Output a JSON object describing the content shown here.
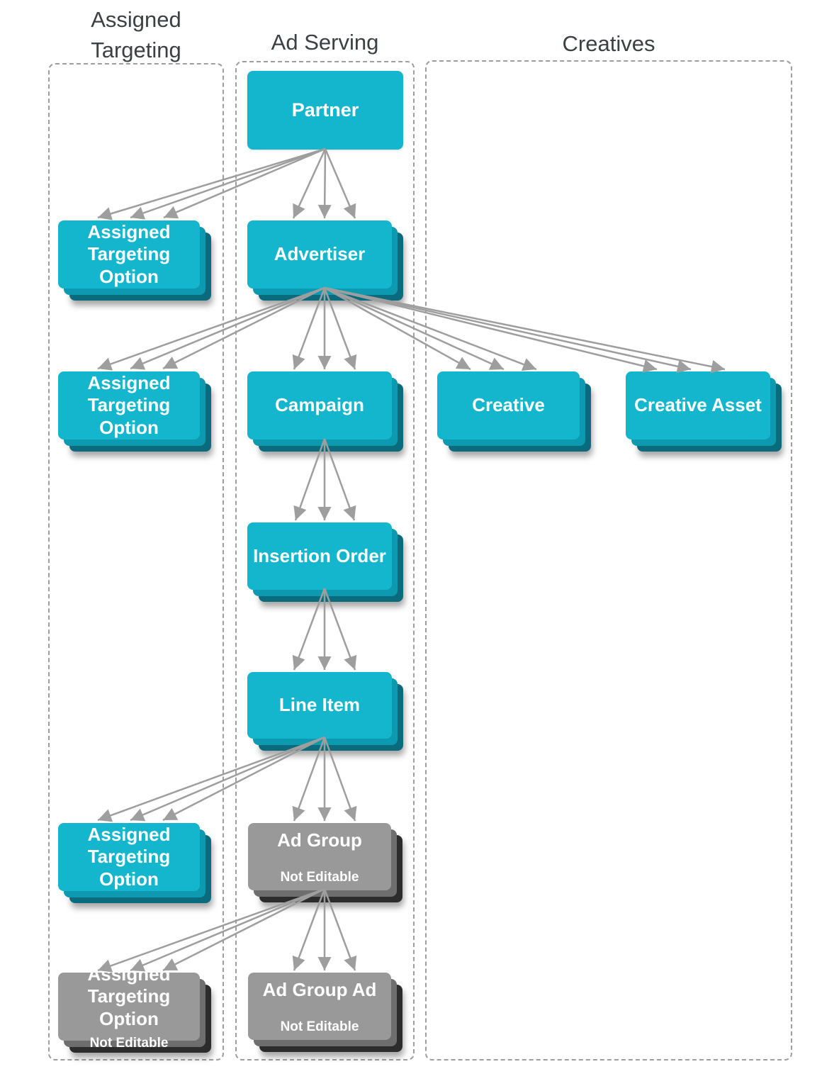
{
  "headers": {
    "assigned_targeting": "Assigned\nTargeting",
    "ad_serving": "Ad Serving",
    "creatives": "Creatives"
  },
  "nodes": {
    "partner": {
      "label": "Partner"
    },
    "advertiser": {
      "label": "Advertiser"
    },
    "ato_partner": {
      "label": "Assigned\nTargeting\nOption"
    },
    "campaign": {
      "label": "Campaign"
    },
    "ato_advertiser": {
      "label": "Assigned\nTargeting\nOption"
    },
    "creative": {
      "label": "Creative"
    },
    "creative_asset": {
      "label": "Creative Asset"
    },
    "insertion_order": {
      "label": "Insertion Order"
    },
    "line_item": {
      "label": "Line Item"
    },
    "ato_line_item": {
      "label": "Assigned\nTargeting\nOption"
    },
    "ad_group": {
      "label": "Ad Group",
      "sublabel": "Not Editable"
    },
    "ato_ad_group": {
      "label": "Assigned\nTargeting Option",
      "sublabel": "Not Editable"
    },
    "ad_group_ad": {
      "label": "Ad Group Ad",
      "sublabel": "Not Editable"
    }
  },
  "edges": [
    {
      "from": "partner",
      "to": "ato_partner"
    },
    {
      "from": "partner",
      "to": "advertiser"
    },
    {
      "from": "advertiser",
      "to": "ato_advertiser"
    },
    {
      "from": "advertiser",
      "to": "campaign"
    },
    {
      "from": "advertiser",
      "to": "creative"
    },
    {
      "from": "advertiser",
      "to": "creative_asset"
    },
    {
      "from": "campaign",
      "to": "insertion_order"
    },
    {
      "from": "insertion_order",
      "to": "line_item"
    },
    {
      "from": "line_item",
      "to": "ato_line_item"
    },
    {
      "from": "line_item",
      "to": "ad_group"
    },
    {
      "from": "ad_group",
      "to": "ato_ad_group"
    },
    {
      "from": "ad_group",
      "to": "ad_group_ad"
    }
  ],
  "colors": {
    "node_editable": "#14b6cd",
    "node_editable_mid": "#0d99af",
    "node_editable_dark": "#0a6b7d",
    "node_not_editable": "#999999",
    "node_not_editable_mid": "#6e6e6e",
    "node_not_editable_dark": "#2c2c2c",
    "arrow": "#9e9e9e",
    "column_border": "#9e9e9e",
    "header_text": "#3c4043",
    "node_text": "#ffffff"
  }
}
